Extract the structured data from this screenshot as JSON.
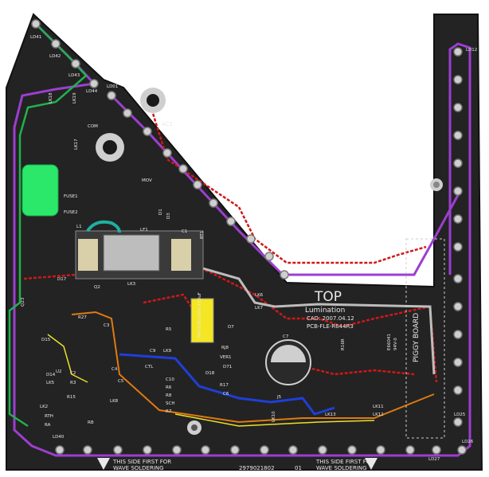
{
  "board": {
    "outline_color": "#222222",
    "accent_colors": {
      "purple": "#9b3fd0",
      "green": "#22b14c",
      "red": "#d01818",
      "blue": "#1f3fd8",
      "orange": "#e07a10",
      "yellow": "#e9e02a",
      "gray": "#bdbdbd"
    },
    "top_label": "TOP",
    "brand": "Lumination",
    "cad": "CAD: 2007.04.12",
    "part_number": "PCB-FLE-R644R3",
    "piggy_label": "PIGGY BOARD",
    "bottom_part": "2979021802",
    "bottom_rev": "01",
    "wave_note_line1": "THIS SIDE FIRST FOR",
    "wave_note_line2": "WAVE SOLDERING",
    "ul_mark": "E66041",
    "ul_sub": "94V-0",
    "component_labels": {
      "ld41": "LD41",
      "ld42": "LD42",
      "ld43": "LD43",
      "ld44": "LD44",
      "ld01": "LD01",
      "ld12": "LD12",
      "ld25": "LD25",
      "ld26": "LD26",
      "ld27": "LD27",
      "ld40": "LD40",
      "ac1": "AC1",
      "com": "COM",
      "lk17": "LK17",
      "lk18": "LK18",
      "lk19": "LK19",
      "mov": "MOV",
      "fuse1": "FUSE1",
      "fuse2": "FUSE2",
      "l1": "L1",
      "lf1": "LF1",
      "rt1": "RT1",
      "d1": "D1",
      "d3": "D3",
      "c1": "C1",
      "lk6": "LK6",
      "lk7": "LK7",
      "lk3": "LK3",
      "d17": "D17",
      "q2": "Q2",
      "q23": "Q23",
      "r27": "R27",
      "c3": "C3",
      "r5": "R5",
      "d7": "D7",
      "c7": "C7",
      "r16r": "R16R",
      "rj8": "RJ8",
      "ver1": "VER1",
      "d71": "D71",
      "d18": "D18",
      "r17": "R17",
      "c6": "C6",
      "lk9": "LK9",
      "c9": "C9",
      "ctl": "CTL",
      "c10": "C10",
      "r6": "R6",
      "r8": "R8",
      "sch": "SCH",
      "r7": "R7",
      "c2": "C2",
      "c4": "C4",
      "c5": "C5",
      "r3": "R3",
      "r15": "R15",
      "lk8": "LK8",
      "rb": "RB",
      "lk5": "LK5",
      "d15": "D15",
      "d14": "D14",
      "u2": "U2",
      "lk2": "LK2",
      "rth": "RTH",
      "ra": "RA",
      "j5": "J5",
      "lk10": "LK10",
      "lk13": "LK13",
      "lk11": "LK11",
      "lk12": "LK12",
      "cap_text": "TRF-E20-150V 150uF"
    }
  }
}
